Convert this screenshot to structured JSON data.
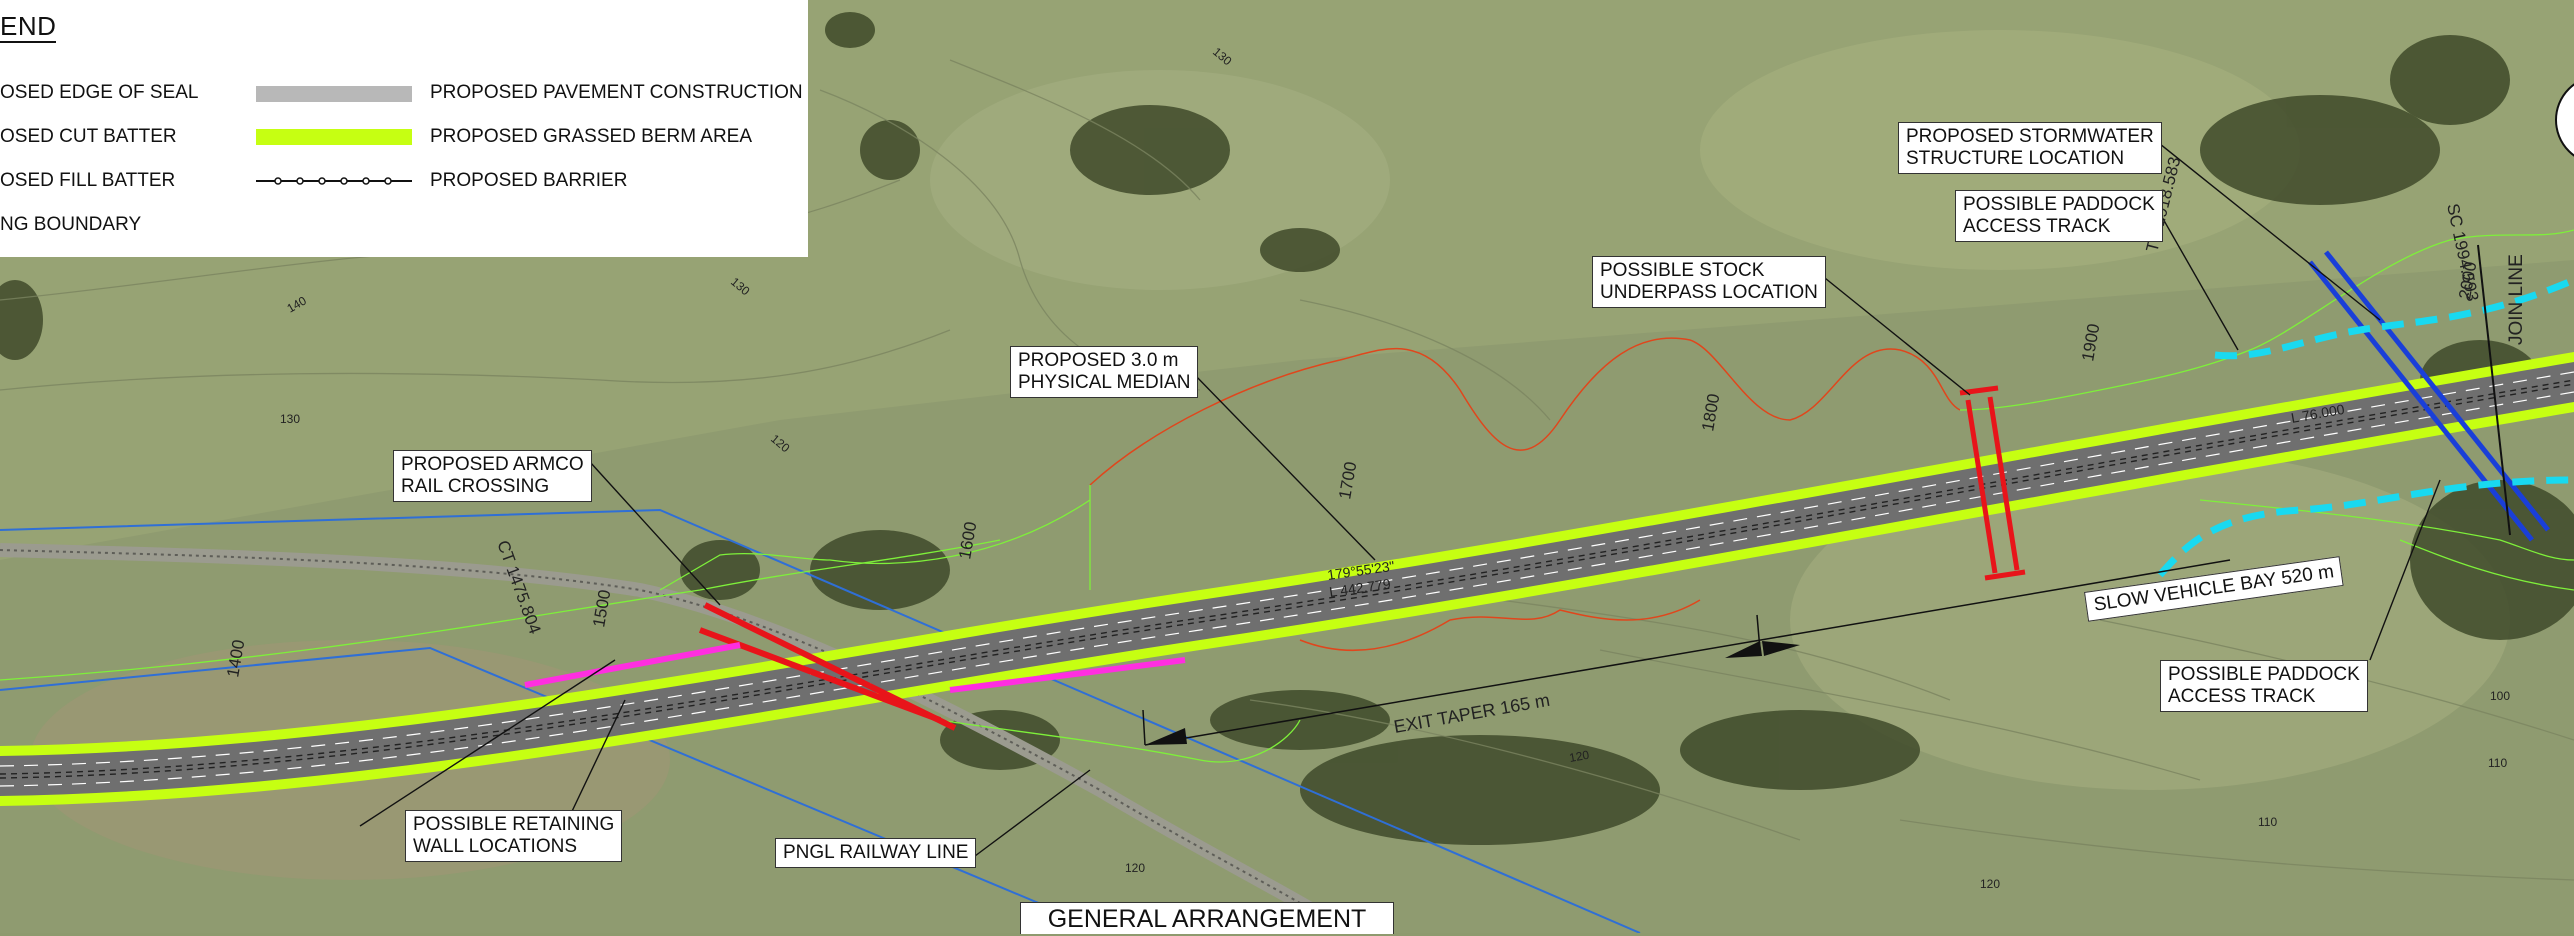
{
  "legend": {
    "title": "END",
    "items": [
      {
        "label": "OSED EDGE OF SEAL"
      },
      {
        "label": "OSED CUT BATTER"
      },
      {
        "label": "OSED FILL BATTER"
      },
      {
        "label": "NG BOUNDARY"
      },
      {
        "label": "PROPOSED PAVEMENT CONSTRUCTION",
        "color": "#b8b8b8"
      },
      {
        "label": "PROPOSED GRASSED BERM AREA",
        "color": "#c6ff12"
      },
      {
        "label": "PROPOSED BARRIER"
      }
    ]
  },
  "callouts": {
    "stormwater": "PROPOSED STORMWATER\nSTRUCTURE LOCATION",
    "paddock_top": "POSSIBLE PADDOCK\nACCESS TRACK",
    "stock_underpass": "POSSIBLE STOCK\nUNDERPASS LOCATION",
    "median": "PROPOSED 3.0 m\nPHYSICAL MEDIAN",
    "armco": "PROPOSED ARMCO\nRAIL CROSSING",
    "slow_vehicle": "SLOW VEHICLE BAY 520 m",
    "paddock_bottom": "POSSIBLE PADDOCK\nACCESS TRACK",
    "exit_taper": "EXIT TAPER 165 m",
    "retaining": "POSSIBLE RETAINING\nWALL LOCATIONS",
    "railway": "PNGL RAILWAY LINE"
  },
  "drawing_title": "GENERAL ARRANGEMENT",
  "chainages": [
    "1400",
    "1500",
    "1600",
    "1700",
    "1800",
    "1900",
    "2000"
  ],
  "station_labels": {
    "ct": "CT 1475.804",
    "ts": "TS 1918.583",
    "sc": "SC 1994.593",
    "join": "JOIN LINE",
    "bearing": "179°55'23\"",
    "length": "L 442.779",
    "length2": "L 76.000"
  },
  "contours": [
    "140",
    "130",
    "130",
    "130",
    "120",
    "120",
    "110",
    "110",
    "100",
    "120",
    "120"
  ],
  "colors": {
    "pavement": "#6f6f6f",
    "berm": "#c6ff12",
    "cut_fill": "#e0461c",
    "stormwater": "#1a3fd8",
    "paddock_track": "#19d9f0",
    "retaining": "#ff2ee0",
    "armco": "#e8141a",
    "boundary": "#2f6fd6"
  }
}
